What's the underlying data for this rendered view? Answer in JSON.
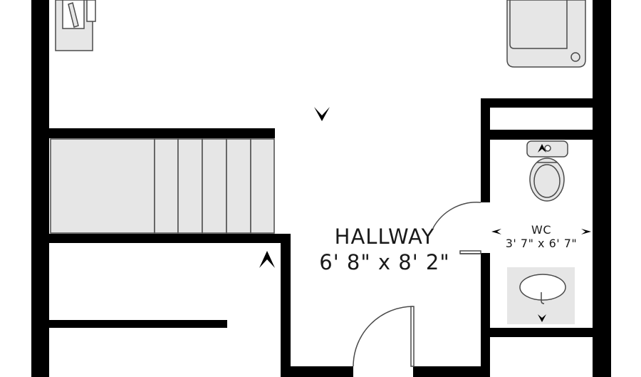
{
  "rooms": {
    "hallway": {
      "name": "HALLWAY",
      "dimensions": "6' 8\" x 8' 2\""
    },
    "wc": {
      "name": "WC",
      "dimensions": "3' 7\" x 6' 7\""
    }
  },
  "colors": {
    "wall": "#000000",
    "fixture_fill": "#e6e6e6",
    "fixture_stroke": "#4a4a4a",
    "background": "#ffffff",
    "label": "#1a1a1a"
  }
}
